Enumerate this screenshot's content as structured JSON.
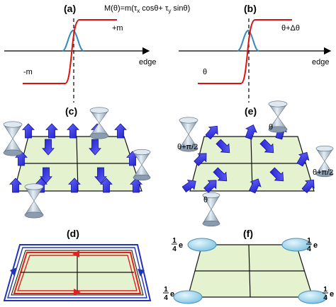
{
  "panels": {
    "a": {
      "label": "(a)",
      "formula": {
        "lead": "M(θ)=m(τ",
        "sx": "x",
        "mid": " cosθ+ τ",
        "sy": "y",
        "tail": " sinθ)"
      },
      "plus_m": "+m",
      "minus_m": "-m",
      "axis_label": "edge"
    },
    "b": {
      "label": "(b)",
      "upper": "θ+Δθ",
      "lower": "θ",
      "axis_label": "edge"
    },
    "c": {
      "label": "(c)"
    },
    "e": {
      "label": "(e)",
      "cone_labels": {
        "left": "θ+π/2",
        "top": "θ",
        "right": "θ+π/2",
        "bottom": "θ"
      }
    },
    "d": {
      "label": "(d)"
    },
    "f": {
      "label": "(f)",
      "charge": {
        "num": "1",
        "den": "4",
        "unit": "e"
      }
    }
  },
  "colors": {
    "step_curve": "#dd1111",
    "bump_curve": "#3388bb",
    "arrow_fill": "#2a2aee",
    "plane_fill": "#e4f2cf",
    "cone_fill": "#b8c8d8",
    "disk_fill": "#a8d8ee",
    "red_border": "#dd2222",
    "blue_border": "#2233bb"
  }
}
